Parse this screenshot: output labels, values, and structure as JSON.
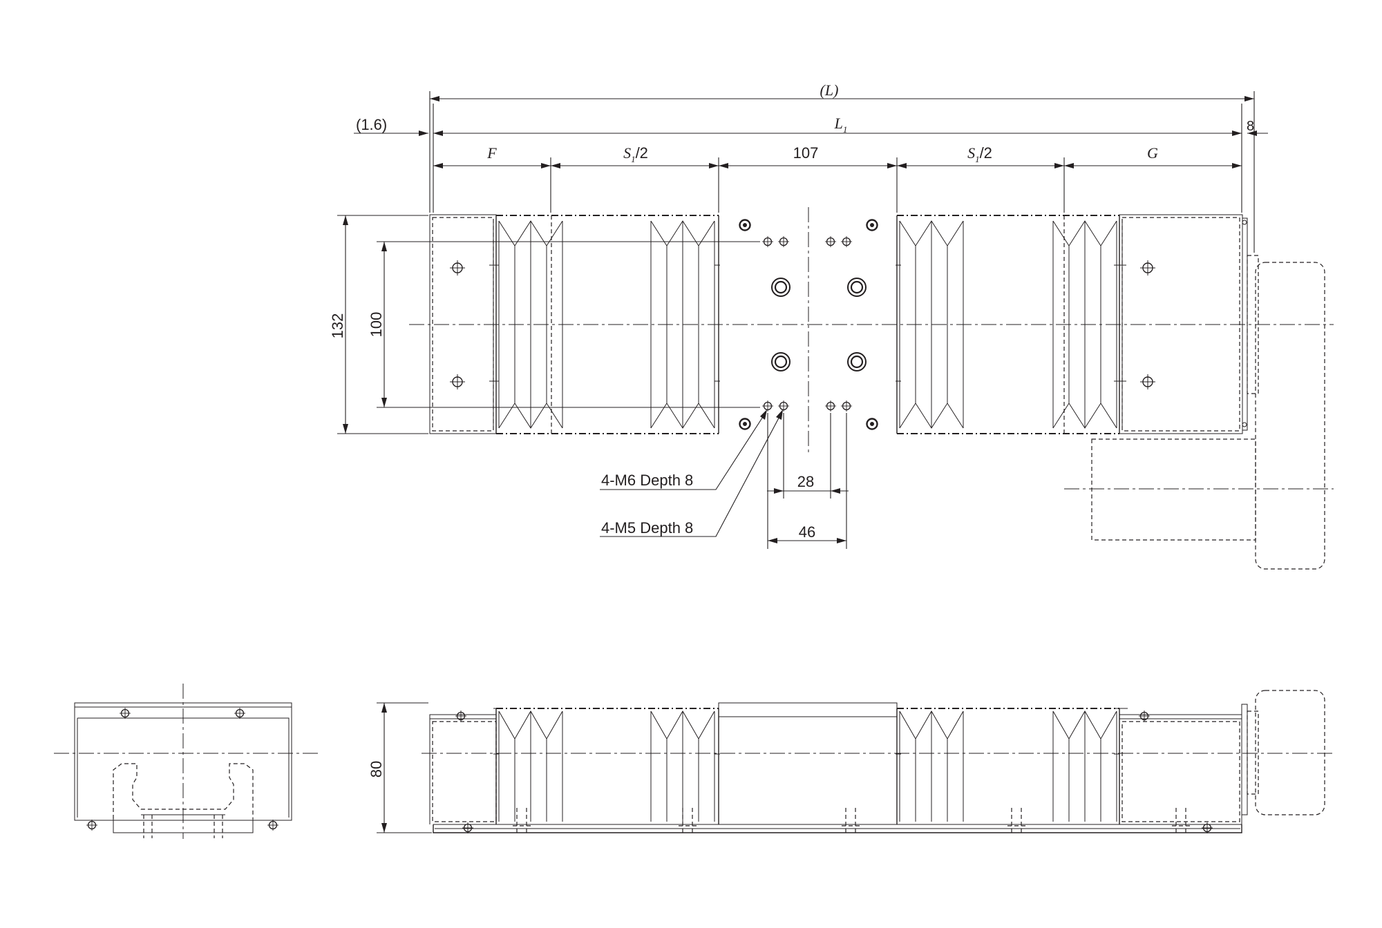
{
  "dimensions": {
    "overall_length": "(L)",
    "body_length": "L",
    "body_length_sub": "1",
    "end_offset": "(1.6)",
    "motor_offset": "8",
    "f_label": "F",
    "g_label": "G",
    "stroke_half": "S",
    "stroke_half_sub": "1",
    "stroke_half_suffix": "/2",
    "table_length": "107",
    "width": "132",
    "rail_pitch": "100",
    "hole_pitch_28": "28",
    "hole_pitch_46": "46",
    "height": "80"
  },
  "callouts": {
    "m6": "4-M6 Depth 8",
    "m5": "4-M5 Depth 8"
  }
}
